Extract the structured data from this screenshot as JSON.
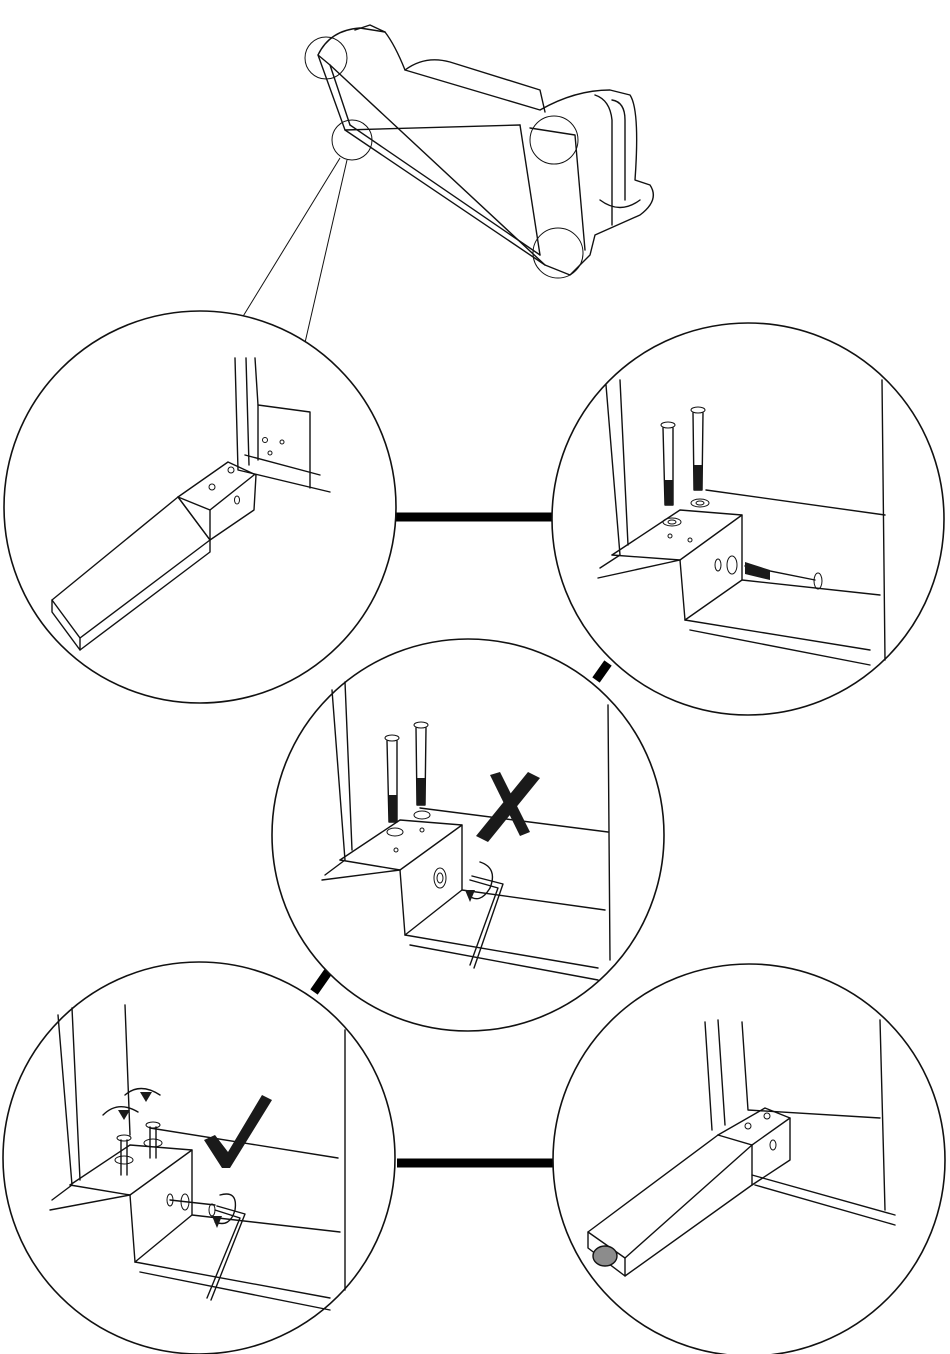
{
  "figure": {
    "steps": [
      {
        "id": "step-1",
        "description": "leg-aligned-under-corner"
      },
      {
        "id": "step-2",
        "description": "bolts-and-washers-inserted"
      },
      {
        "id": "step-3",
        "description": "wrong-tightening-order",
        "status": "incorrect"
      },
      {
        "id": "step-4",
        "description": "correct-tightening-order",
        "status": "correct"
      },
      {
        "id": "step-5",
        "description": "leg-attached-with-foot-pad"
      }
    ],
    "icons": [
      "cross-mark-icon",
      "check-mark-icon",
      "rotate-arrow-icon",
      "hex-key-icon",
      "bolt-icon",
      "washer-icon"
    ],
    "colors": {
      "line": "#111111",
      "background": "#ffffff",
      "foot_pad": "#8c8c8c"
    }
  }
}
